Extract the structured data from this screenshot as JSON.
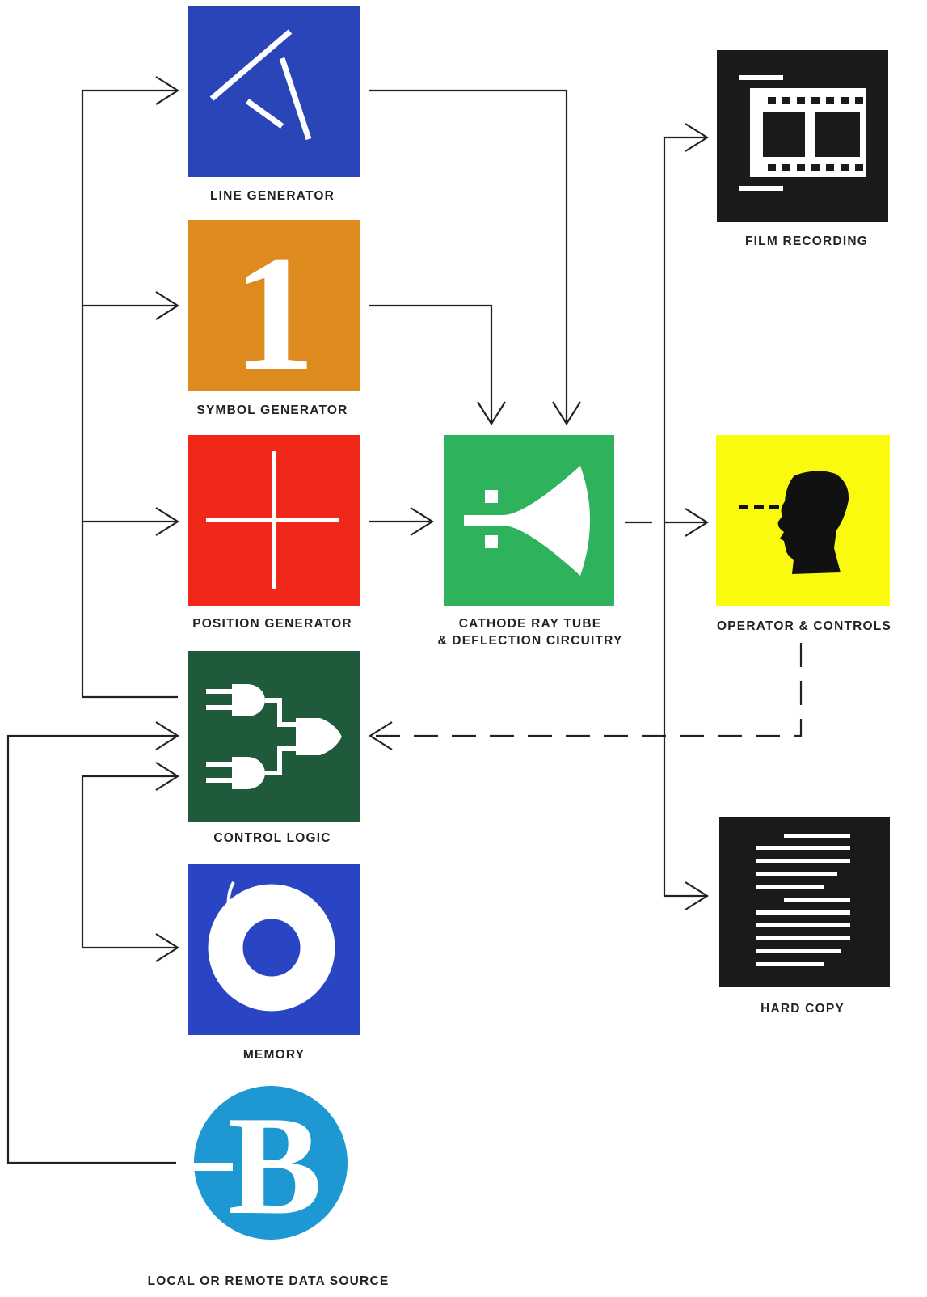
{
  "blocks": {
    "line_generator": {
      "label": "LINE GENERATOR",
      "color": "#2a45b8"
    },
    "symbol_generator": {
      "label": "SYMBOL GENERATOR",
      "color": "#dd8a1e",
      "glyph": "1"
    },
    "position_generator": {
      "label": "POSITION GENERATOR",
      "color": "#f0281a"
    },
    "control_logic": {
      "label": "CONTROL LOGIC",
      "color": "#1f5a3a"
    },
    "memory": {
      "label": "MEMORY",
      "color": "#2a45c4"
    },
    "data_source": {
      "label": "LOCAL OR REMOTE DATA SOURCE",
      "color": "#1e98d2",
      "glyph": "B"
    },
    "crt": {
      "label_line1": "CATHODE RAY TUBE",
      "label_line2": "& DEFLECTION CIRCUITRY",
      "color": "#2fb25c"
    },
    "film_recording": {
      "label": "FILM RECORDING",
      "color": "#1a1a1a"
    },
    "operator_controls": {
      "label": "OPERATOR & CONTROLS",
      "color": "#fafa0e"
    },
    "hard_copy": {
      "label": "HARD COPY",
      "color": "#1a1a1a"
    }
  },
  "colors": {
    "line": "#222222",
    "icon_fill": "#ffffff"
  }
}
